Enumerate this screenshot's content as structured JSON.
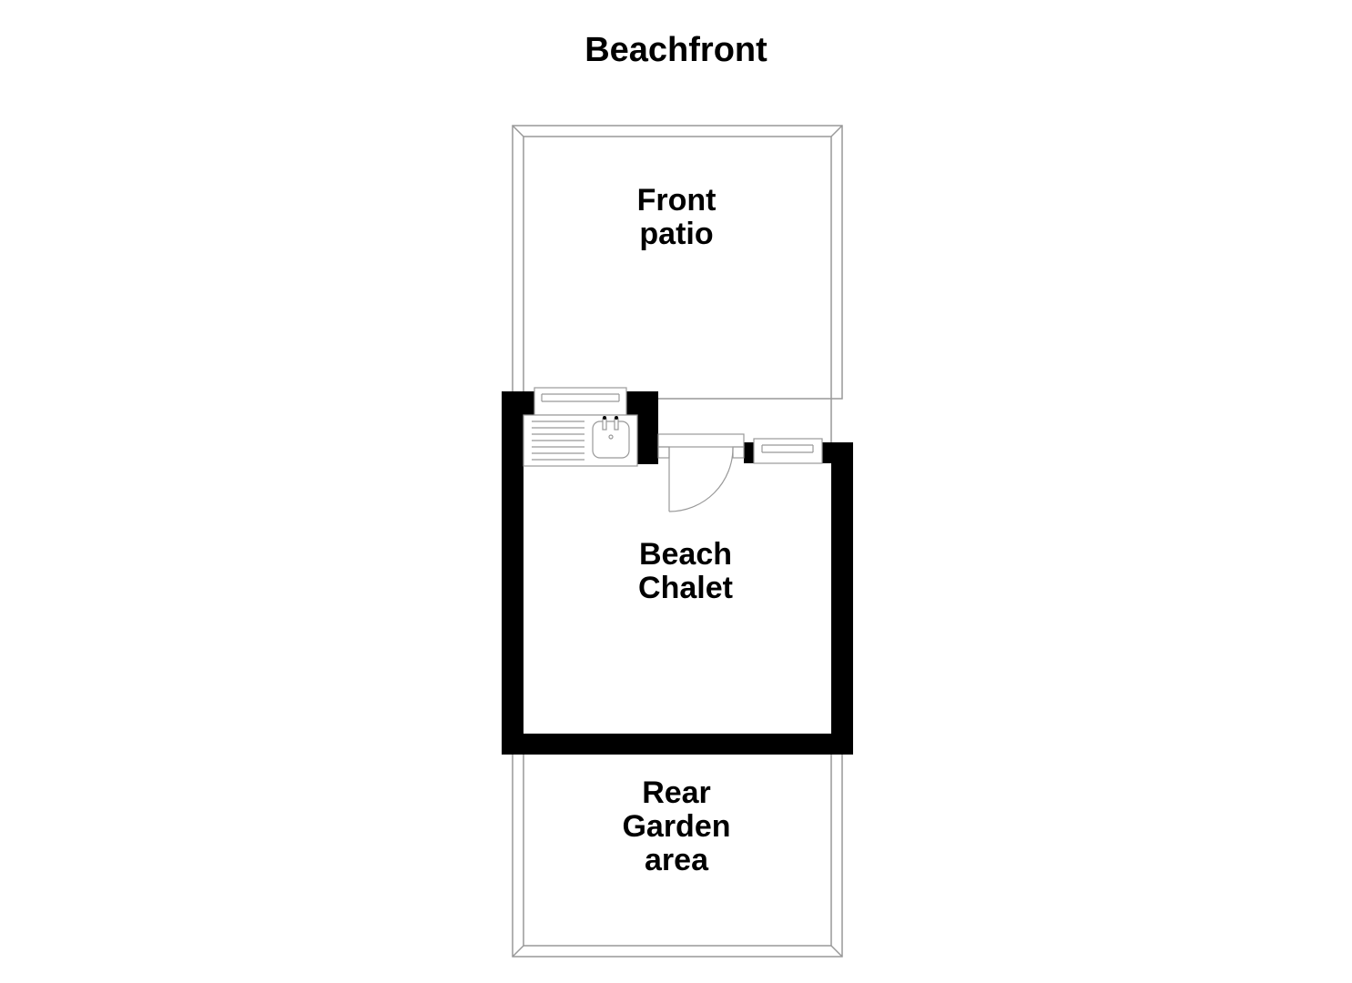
{
  "title": "Beachfront",
  "rooms": {
    "front_patio": {
      "line1": "Front",
      "line2": "patio"
    },
    "beach_chalet": {
      "line1": "Beach",
      "line2": "Chalet"
    },
    "rear_garden": {
      "line1": "Rear",
      "line2": "Garden",
      "line3": "area"
    }
  },
  "colors": {
    "wall": "#000000",
    "outline": "#999999",
    "background": "#ffffff"
  }
}
